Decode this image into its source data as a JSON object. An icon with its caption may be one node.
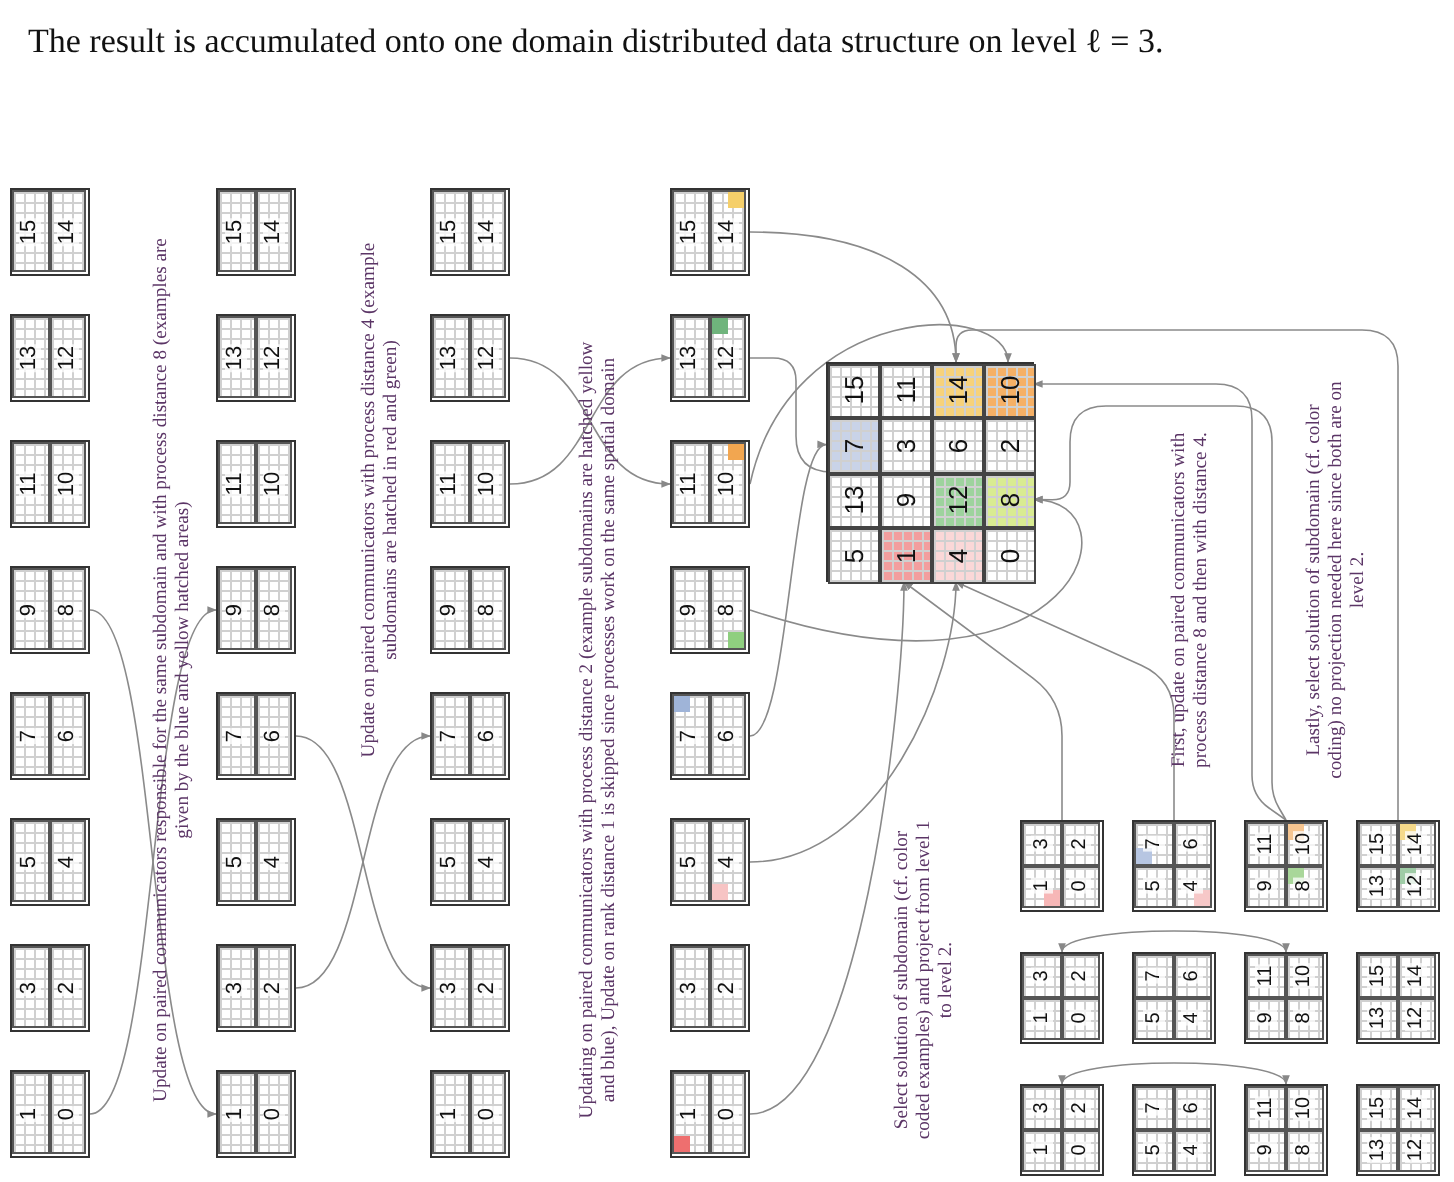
{
  "diagram": {
    "nodes": [
      {
        "text": [
          "1",
          "0"
        ]
      },
      {
        "text": [
          "3",
          "2"
        ]
      },
      {
        "text": [
          "5",
          "4"
        ]
      },
      {
        "text": [
          "7",
          "6"
        ]
      },
      {
        "text": [
          "9",
          "8"
        ]
      },
      {
        "text": [
          "11",
          "10"
        ]
      },
      {
        "text": [
          "13",
          "12"
        ]
      },
      {
        "text": [
          "15",
          "14"
        ]
      },
      {
        "text": [
          "1",
          "0"
        ]
      },
      {
        "text": [
          "3",
          "2"
        ]
      },
      {
        "text": [
          "5",
          "4"
        ]
      },
      {
        "text": [
          "7",
          "6"
        ]
      },
      {
        "text": [
          "9",
          "8"
        ]
      },
      {
        "text": [
          "11",
          "10"
        ]
      },
      {
        "text": [
          "13",
          "12"
        ]
      },
      {
        "text": [
          "15",
          "14"
        ]
      },
      {
        "text": [
          "1",
          "0"
        ]
      },
      {
        "text": [
          "3",
          "2"
        ]
      },
      {
        "text": [
          "5",
          "4"
        ]
      },
      {
        "text": [
          "7",
          "6"
        ]
      },
      {
        "text": [
          "9",
          "8"
        ]
      },
      {
        "text": [
          "11",
          "10"
        ]
      },
      {
        "text": [
          "13",
          "12"
        ]
      },
      {
        "text": [
          "15",
          "14"
        ]
      },
      {
        "text": [
          "1",
          "0"
        ]
      },
      {
        "text": [
          "3",
          "2"
        ]
      },
      {
        "text": [
          "5",
          "4"
        ]
      },
      {
        "text": [
          "7",
          "6"
        ]
      },
      {
        "text": [
          "9",
          "8"
        ]
      },
      {
        "text": [
          "11",
          "10"
        ]
      },
      {
        "text": [
          "13",
          "12"
        ]
      },
      {
        "text": [
          "15",
          "14"
        ]
      },
      {
        "text": [],
        "shape": "box"
      },
      {
        "text": [
          "15"
        ],
        "in": 32
      },
      {
        "text": [
          "11"
        ],
        "in": 32
      },
      {
        "text": [
          "14"
        ],
        "in": 32
      },
      {
        "text": [
          "10"
        ],
        "in": 32
      },
      {
        "text": [
          "7"
        ],
        "in": 32
      },
      {
        "text": [
          "3"
        ],
        "in": 32
      },
      {
        "text": [
          "6"
        ],
        "in": 32
      },
      {
        "text": [
          "2"
        ],
        "in": 32
      },
      {
        "text": [
          "13"
        ],
        "in": 32
      },
      {
        "text": [
          "9"
        ],
        "in": 32
      },
      {
        "text": [
          "12"
        ],
        "in": 32
      },
      {
        "text": [
          "8"
        ],
        "in": 32
      },
      {
        "text": [
          "5"
        ],
        "in": 32
      },
      {
        "text": [
          "1"
        ],
        "in": 32
      },
      {
        "text": [
          "4"
        ],
        "in": 32
      },
      {
        "text": [
          "0"
        ],
        "in": 32
      },
      {
        "text": [
          "3",
          "2",
          "1",
          "0"
        ]
      },
      {
        "text": [
          "7",
          "6",
          "5",
          "4"
        ]
      },
      {
        "text": [
          "11",
          "10",
          "9",
          "8"
        ]
      },
      {
        "text": [
          "15",
          "14",
          "13",
          "12"
        ]
      },
      {
        "text": [
          "3",
          "2",
          "1",
          "0"
        ]
      },
      {
        "text": [
          "7",
          "6",
          "5",
          "4"
        ]
      },
      {
        "text": [
          "11",
          "10",
          "9",
          "8"
        ]
      },
      {
        "text": [
          "15",
          "14",
          "13",
          "12"
        ]
      },
      {
        "text": [
          "3",
          "2",
          "1",
          "0"
        ]
      },
      {
        "text": [
          "7",
          "6",
          "5",
          "4"
        ]
      },
      {
        "text": [
          "11",
          "10",
          "9",
          "8"
        ]
      },
      {
        "text": [
          "15",
          "14",
          "13",
          "12"
        ]
      }
    ],
    "edges": [
      {
        "from": 0,
        "to": 12,
        "arrow": "to"
      },
      {
        "from": 4,
        "to": 8,
        "arrow": "to"
      },
      {
        "from": 11,
        "to": 17,
        "arrow": "to"
      },
      {
        "from": 9,
        "to": 19,
        "arrow": "to"
      },
      {
        "from": 22,
        "to": 29,
        "arrow": "to"
      },
      {
        "from": 21,
        "to": 30,
        "arrow": "to"
      },
      {
        "from": 24,
        "to": 46,
        "arrow": "to"
      },
      {
        "from": 26,
        "to": 47,
        "arrow": "to"
      },
      {
        "from": 27,
        "to": 37,
        "arrow": "to"
      },
      {
        "from": 28,
        "to": 44,
        "arrow": "to"
      },
      {
        "from": 29,
        "to": 36,
        "arrow": "to"
      },
      {
        "from": 30,
        "to": 43,
        "arrow": "to"
      },
      {
        "from": 31,
        "to": 35,
        "arrow": "to"
      },
      {
        "from": 57,
        "to": 59,
        "arrow": "both"
      },
      {
        "from": 53,
        "to": 55,
        "arrow": "both"
      },
      {
        "from": 49,
        "to": 46,
        "arrow": "to"
      },
      {
        "from": 50,
        "to": 47,
        "arrow": "to"
      },
      {
        "from": 51,
        "to": 36,
        "arrow": "to"
      },
      {
        "from": 51,
        "to": 44,
        "arrow": "to"
      },
      {
        "from": 52,
        "to": 35,
        "arrow": "to"
      }
    ],
    "labels": [
      "The result is accumulated onto one domain distributed data structure on level ℓ = 3.",
      "Update on paired communicators responsible for the same subdomain and with process distance 8 (examples are given by the blue and yellow hatched areas)",
      "Update on paired communicators with process distance 4 (example subdomains are hatched in red and green)",
      "Updating on paired communicators with process distance 2 (example subdomains are hatched yellow and blue), Update on rank distance 1 is skipped since processes work on the same spatial domain",
      "Select solution of subdomain (cf. color coded examples) and project from level 1 to level 2.",
      "First, update on paired communicators with process distance 8 and then with distance 4.",
      "Lastly, select solution of subdomain (cf. color coding) no projection needed here since both are on level 2."
    ]
  }
}
